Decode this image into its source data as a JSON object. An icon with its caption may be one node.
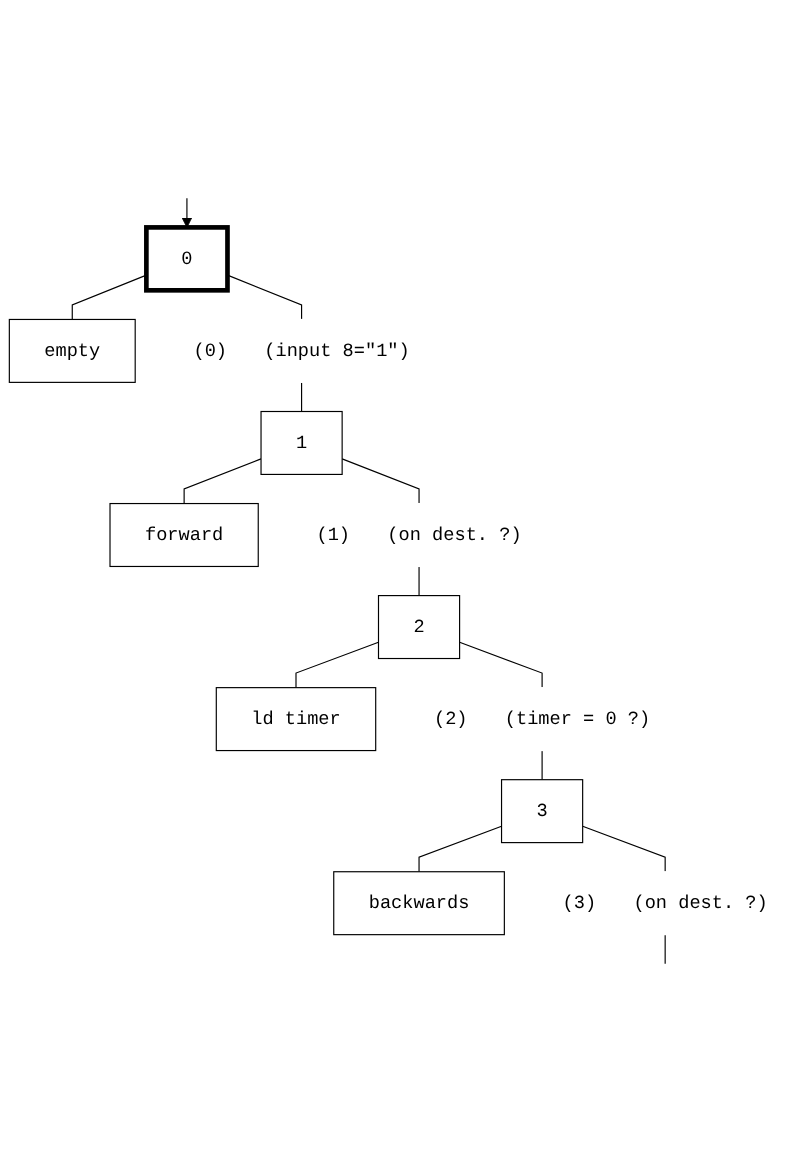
{
  "diagram": {
    "nodes": [
      {
        "text": [
          "0"
        ]
      },
      {
        "text": [
          "empty"
        ]
      },
      {
        "text": [
          "(0)",
          "(input 8=\"1\")"
        ]
      },
      {
        "text": [
          "1"
        ]
      },
      {
        "text": [
          "forward"
        ]
      },
      {
        "text": [
          "(1)",
          "(on dest. ?)"
        ]
      },
      {
        "text": [
          "2"
        ]
      },
      {
        "text": [
          "ld timer"
        ]
      },
      {
        "text": [
          "(2)",
          "(timer = 0 ?)"
        ]
      },
      {
        "text": [
          "3"
        ]
      },
      {
        "text": [
          "backwards"
        ]
      },
      {
        "text": [
          "(3)",
          "(on dest. ?)"
        ]
      }
    ],
    "edges": [
      {
        "from": null,
        "to": 0,
        "arrow": "to"
      },
      {
        "from": 0,
        "to": 1,
        "arrow": "none"
      },
      {
        "from": 0,
        "to": 2,
        "arrow": "none"
      },
      {
        "from": 2,
        "to": 3,
        "arrow": "none"
      },
      {
        "from": 3,
        "to": 4,
        "arrow": "none"
      },
      {
        "from": 3,
        "to": 5,
        "arrow": "none"
      },
      {
        "from": 5,
        "to": 6,
        "arrow": "none"
      },
      {
        "from": 6,
        "to": 7,
        "arrow": "none"
      },
      {
        "from": 6,
        "to": 8,
        "arrow": "none"
      },
      {
        "from": 8,
        "to": 9,
        "arrow": "none"
      },
      {
        "from": 9,
        "to": 10,
        "arrow": "none"
      },
      {
        "from": 9,
        "to": 11,
        "arrow": "none"
      },
      {
        "from": 11,
        "to": null,
        "arrow": "none"
      }
    ]
  }
}
